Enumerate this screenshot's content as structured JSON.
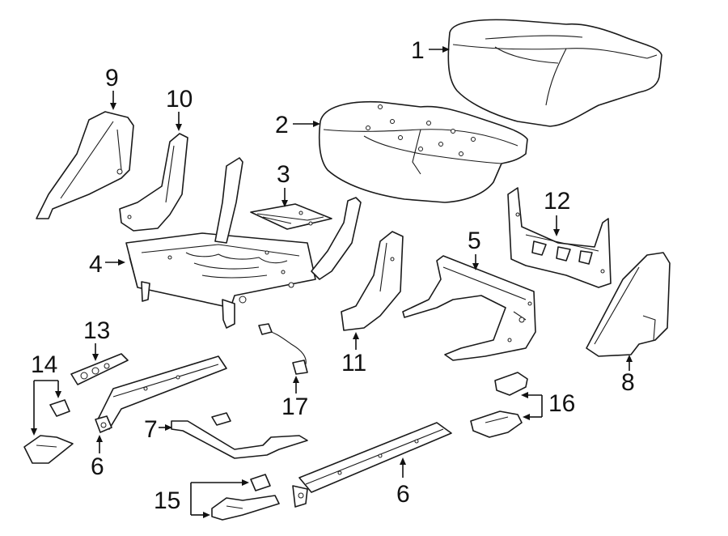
{
  "labels": {
    "p1": "1",
    "p2": "2",
    "p3": "3",
    "p4": "4",
    "p5": "5",
    "p6a": "6",
    "p6b": "6",
    "p7": "7",
    "p8": "8",
    "p9": "9",
    "p10": "10",
    "p11": "11",
    "p12": "12",
    "p13": "13",
    "p14": "14",
    "p15": "15",
    "p16": "16",
    "p17": "17"
  }
}
